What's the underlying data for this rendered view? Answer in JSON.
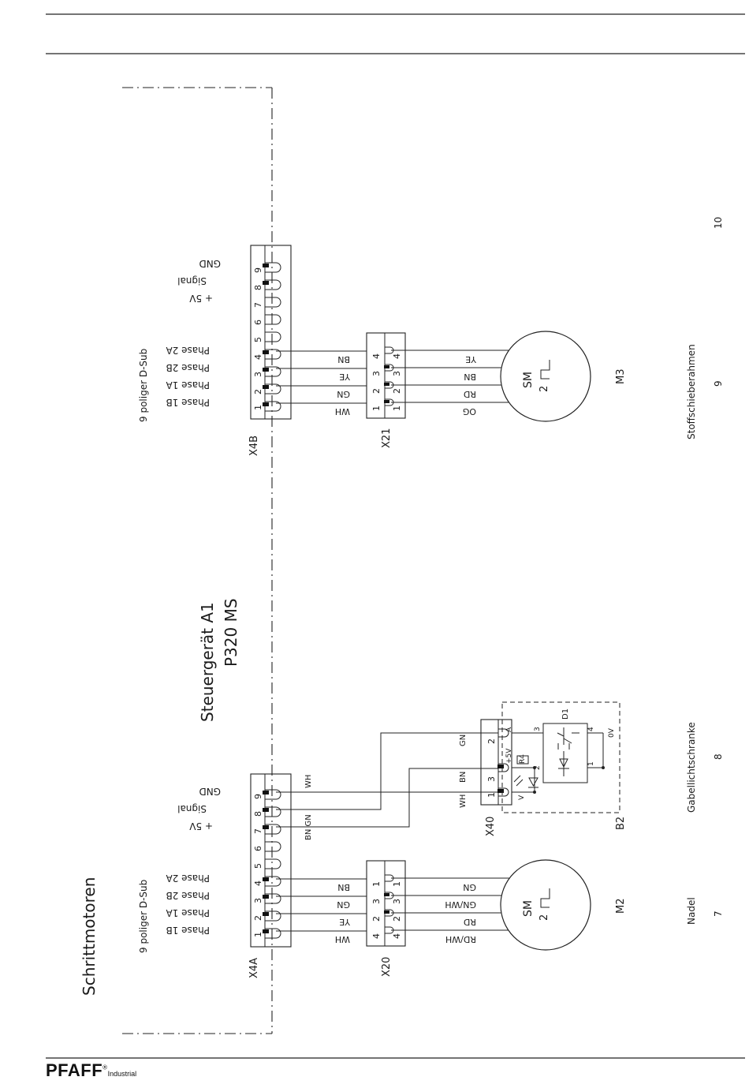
{
  "brand": {
    "name": "PFAFF",
    "mark": "®",
    "division": "Industrial"
  },
  "group_title": "Schrittmotoren",
  "controller": {
    "name": "Steuergerät A1",
    "model": "P320 MS"
  },
  "connectors": {
    "x4b": {
      "ref": "X4B",
      "type": "9 poliger D-Sub",
      "pins": [
        "1",
        "2",
        "3",
        "4",
        "5",
        "6",
        "7",
        "8",
        "9"
      ],
      "signals": [
        "Phase 1B",
        "Phase 1A",
        "Phase 2B",
        "Phase 2A",
        "+ 5V",
        "Signal",
        "GND"
      ]
    },
    "x4a": {
      "ref": "X4A",
      "type": "9 poliger D-Sub",
      "pins": [
        "1",
        "2",
        "3",
        "4",
        "5",
        "6",
        "7",
        "8",
        "9"
      ],
      "signals": [
        "Phase 1B",
        "Phase 1A",
        "Phase 2B",
        "Phase 2A",
        "+ 5V",
        "Signal",
        "GND"
      ]
    },
    "x21": {
      "ref": "X21",
      "left_pins": [
        "1",
        "2",
        "3",
        "4"
      ],
      "right_pins": [
        "1",
        "2",
        "3",
        "4"
      ],
      "wires_in": [
        "WH",
        "GN",
        "YE",
        "BN"
      ],
      "wires_out": [
        "OG",
        "RD",
        "BN",
        "YE"
      ]
    },
    "x20": {
      "ref": "X20",
      "left_pins": [
        "4",
        "2",
        "3",
        "1"
      ],
      "right_pins": [
        "4",
        "2",
        "3",
        "1"
      ],
      "wires_in": [
        "WH",
        "YE",
        "GN",
        "BN"
      ],
      "wires_out": [
        "RD/WH",
        "RD",
        "GN/WH",
        "GN"
      ]
    },
    "x40": {
      "ref": "X40",
      "pins": [
        "1",
        "3",
        "2"
      ],
      "pin_labels": [
        "V",
        "+5V",
        "A"
      ],
      "wires": [
        "WH",
        "BN",
        "GN"
      ]
    },
    "x4a_wires": [
      "WH",
      "BN GN"
    ]
  },
  "motors": {
    "m3": {
      "ref": "M3",
      "symbol": "SM",
      "number": "2"
    },
    "m2": {
      "ref": "M2",
      "symbol": "SM",
      "number": "2"
    }
  },
  "sensor": {
    "ref": "B2",
    "diode": "D1",
    "resistor": "R4",
    "pin_labels": [
      "3",
      "4",
      "2",
      "1",
      "0V"
    ]
  },
  "functions": [
    {
      "label": "Nadel",
      "column": "7"
    },
    {
      "label": "Gabellichtschranke",
      "column": "8"
    },
    {
      "label": "Stoffschieberahmen",
      "column": "9"
    },
    {
      "label": "",
      "column": "10"
    }
  ]
}
